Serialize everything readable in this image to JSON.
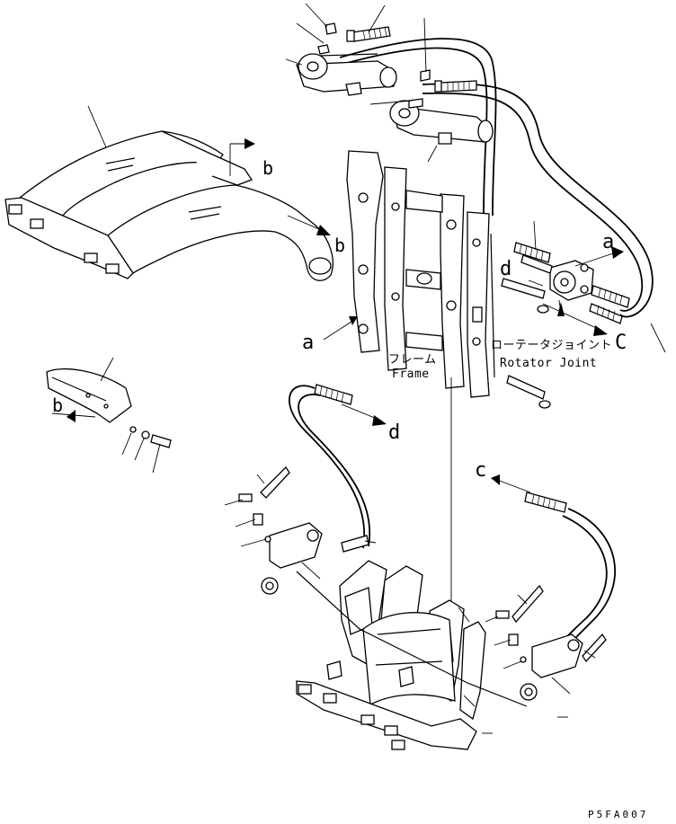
{
  "figure": {
    "code": "P5FA007"
  },
  "callouts": {
    "a_top": "a",
    "a_left": "a",
    "b_top": "b",
    "b_mid": "b",
    "b_left": "b",
    "c_right": "C",
    "c_lower": "c",
    "d_upper": "d",
    "d_mid": "d"
  },
  "parts": {
    "frame_jp": "フレーム",
    "frame_en": "Frame",
    "rotator_jp": "ローテータジョイント",
    "rotator_en": "Rotator Joint"
  }
}
